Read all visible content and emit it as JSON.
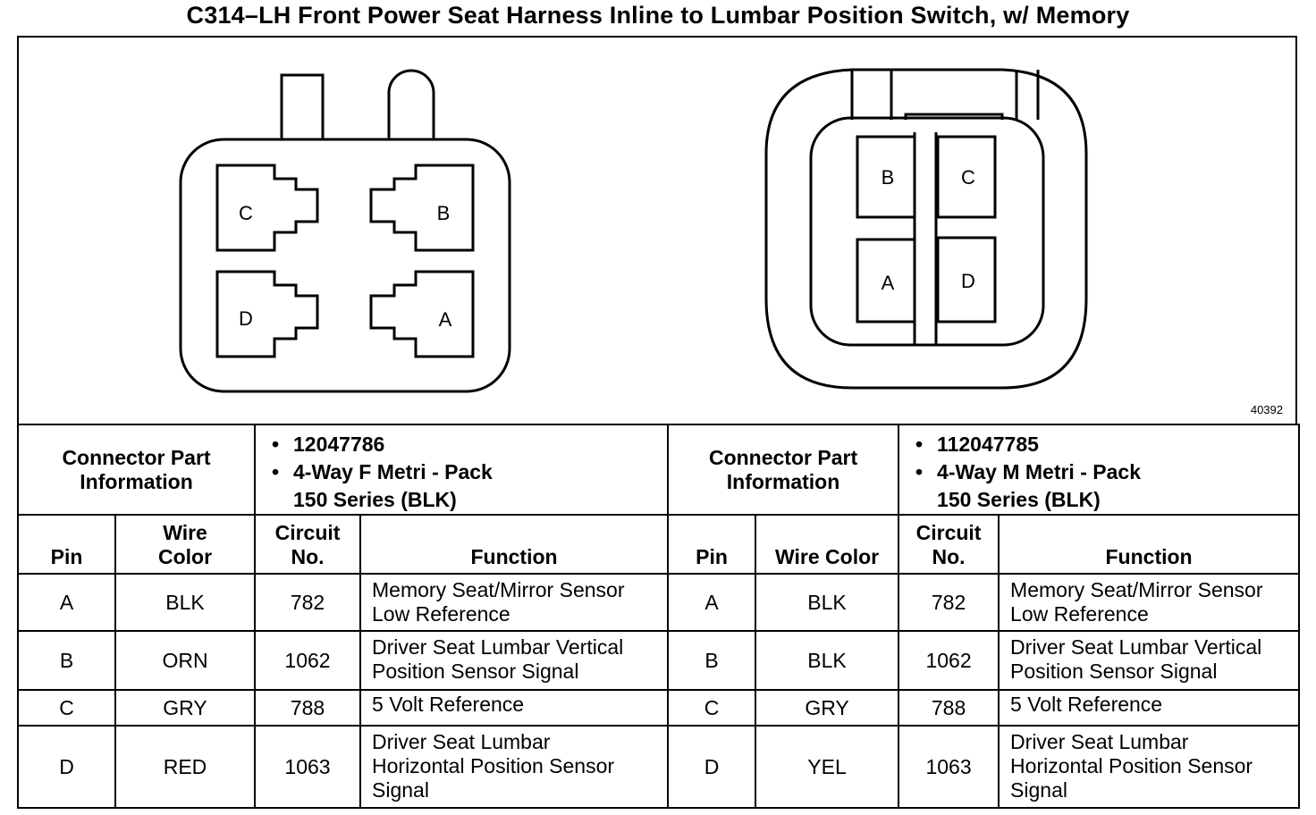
{
  "title": "C314–LH Front Power Seat Harness Inline to Lumbar Position Switch, w/ Memory",
  "figure_number": "40392",
  "left_connector": {
    "pins": [
      "C",
      "B",
      "D",
      "A"
    ],
    "part_label": "Connector Part\nInformation",
    "part_info": [
      "12047786",
      "4-Way F Metri - Pack\n150 Series (BLK)"
    ],
    "headers": {
      "pin": "Pin",
      "wire_color": "Wire\nColor",
      "circuit": "Circuit\nNo.",
      "function": "Function"
    },
    "rows": [
      {
        "pin": "A",
        "color": "BLK",
        "circuit": "782",
        "function": "Memory Seat/Mirror Sensor\nLow Reference"
      },
      {
        "pin": "B",
        "color": "ORN",
        "circuit": "1062",
        "function": "Driver Seat Lumbar Vertical\nPosition Sensor Signal"
      },
      {
        "pin": "C",
        "color": "GRY",
        "circuit": "788",
        "function": "5 Volt Reference"
      },
      {
        "pin": "D",
        "color": "RED",
        "circuit": "1063",
        "function": "Driver Seat Lumbar\nHorizontal Position Sensor\nSignal"
      }
    ]
  },
  "right_connector": {
    "pins": [
      "B",
      "C",
      "A",
      "D"
    ],
    "part_label": "Connector Part\nInformation",
    "part_info": [
      "112047785",
      "4-Way M Metri - Pack\n150 Series (BLK)"
    ],
    "headers": {
      "pin": "Pin",
      "wire_color": "Wire Color",
      "circuit": "Circuit\nNo.",
      "function": "Function"
    },
    "rows": [
      {
        "pin": "A",
        "color": "BLK",
        "circuit": "782",
        "function": "Memory Seat/Mirror Sensor\nLow Reference"
      },
      {
        "pin": "B",
        "color": "BLK",
        "circuit": "1062",
        "function": "Driver Seat Lumbar Vertical\nPosition Sensor Signal"
      },
      {
        "pin": "C",
        "color": "GRY",
        "circuit": "788",
        "function": "5 Volt Reference"
      },
      {
        "pin": "D",
        "color": "YEL",
        "circuit": "1063",
        "function": "Driver Seat Lumbar\nHorizontal Position Sensor\nSignal"
      }
    ]
  }
}
